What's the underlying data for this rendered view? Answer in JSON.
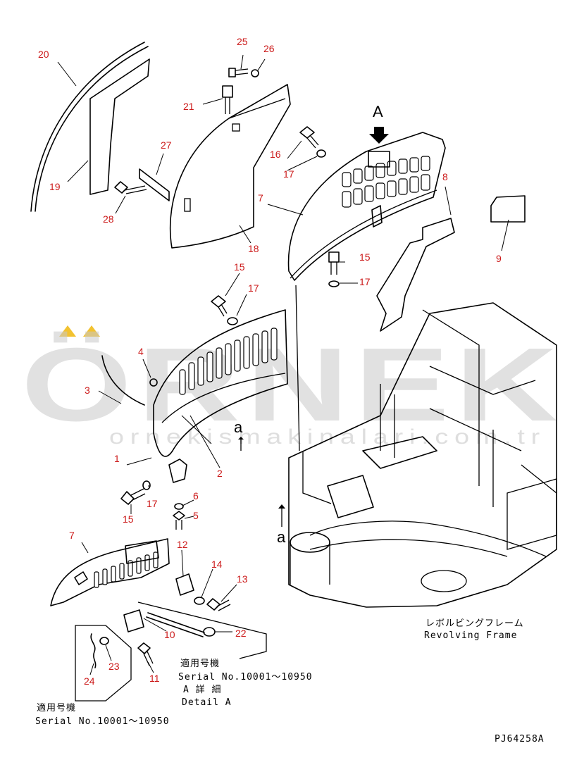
{
  "callouts": [
    "1",
    "2",
    "3",
    "4",
    "5",
    "6",
    "7",
    "8",
    "9",
    "10",
    "11",
    "12",
    "13",
    "14",
    "15",
    "16",
    "17",
    "18",
    "19",
    "20",
    "21",
    "22",
    "23",
    "24",
    "25",
    "26",
    "27",
    "28"
  ],
  "view_arrow_label": "A",
  "section_a_label_1": "a",
  "section_a_label_2": "a",
  "frame_label_jp": "レボルビングフレーム",
  "frame_label_en": "Revolving Frame",
  "detail_note": {
    "applicable_jp": "適用号機",
    "serial": "Serial No.10001～10950",
    "detail_jp": "A 詳 細",
    "detail_en": "Detail A"
  },
  "lower_note": {
    "applicable_jp": "適用号機",
    "serial": "Serial No.10001～10950"
  },
  "drawing_code": "PJ64258A",
  "watermark": {
    "brand": "ÖRNEK",
    "url": "ornekismakinalari.com.tr",
    "accent_color": "#f2c230"
  }
}
